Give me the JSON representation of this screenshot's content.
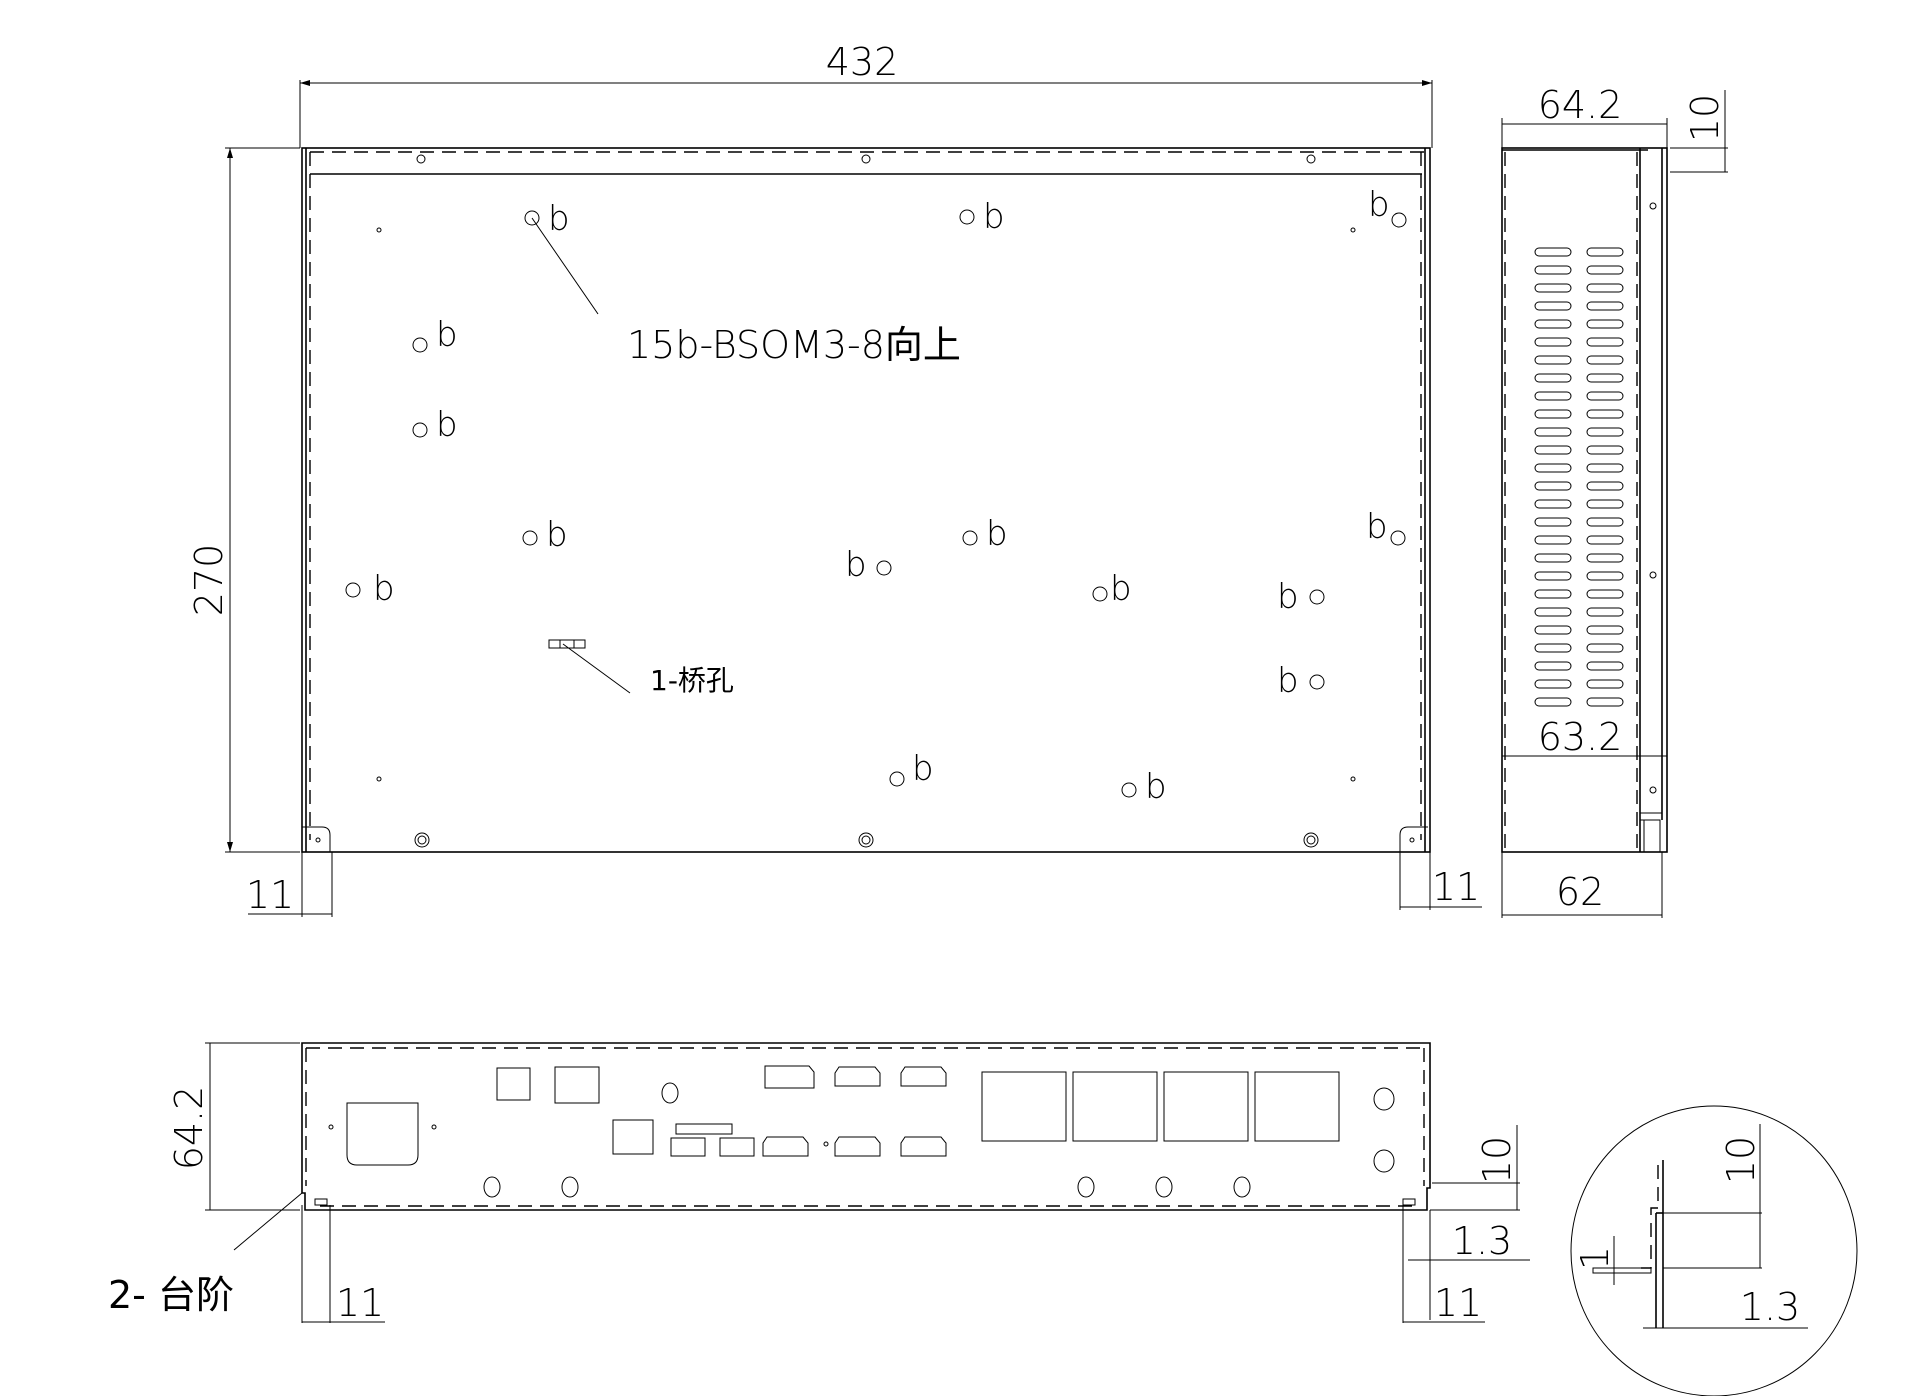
{
  "drawing": {
    "background": "#ffffff",
    "line_color": "#000000",
    "top_view": {
      "dim_width": "432",
      "dim_height": "270",
      "dim_left_tab": "11",
      "dim_right_tab": "11",
      "callout_holes": "15b-BSOM3-8向上",
      "callout_bridge": "1-桥孔",
      "hole_marker": "b"
    },
    "side_view": {
      "dim_top": "64.2",
      "dim_flange": "10",
      "dim_inner": "63.2",
      "dim_bottom": "62",
      "vent_rows": 26,
      "vent_cols": 2
    },
    "front_view": {
      "dim_height": "64.2",
      "dim_flange": "10",
      "dim_step": "1.3",
      "dim_left_tab": "11",
      "dim_right_tab": "11",
      "callout_step": "2- 台阶"
    },
    "detail_view": {
      "dim_height": "10",
      "dim_thickness": "1",
      "dim_offset": "1.3"
    }
  }
}
